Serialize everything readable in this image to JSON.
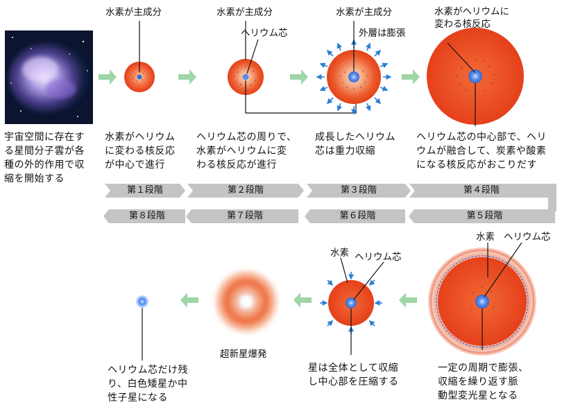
{
  "stages": [
    "第１段階",
    "第２段階",
    "第３段階",
    "第４段階",
    "第５段階",
    "第６段階",
    "第７段階",
    "第８段階"
  ],
  "descriptions": {
    "nebula": "宇宙空間に存在す\nる星間分子雲が各\n種の外的作用で収\n縮を開始する",
    "stage1": "水素がヘリウム\nに変わる核反応\nが中心で進行",
    "stage2": "ヘリウム芯の周りで、\n水素がヘリウムに変\nわる核反応が進行",
    "stage3": "成長したヘリウム\n芯は重力収縮",
    "stage4": "ヘリウム芯の中心部で、ヘリ\nウムが融合して、炭素や酸素\nになる核反応がおこりだす",
    "stage5": "一定の周期で膨張、\n収縮を繰り返す脈\n動型変光星となる",
    "stage6": "星は全体として収縮\nし中心部を圧縮する",
    "stage8": "ヘリウム芯だけ残\nり、白色矮星か中\n性子星になる"
  },
  "labels": {
    "hydrogen_main_1": "水素が主成分",
    "hydrogen_main_2": "水素が主成分",
    "hydrogen_main_3": "水素が主成分",
    "helium_core_2": "ヘリウム芯",
    "outer_expand": "外層は膨張",
    "helium_to_reaction": "水素がヘリウムに\n変わる核反応",
    "hydrogen_5": "水素",
    "helium_core_5": "ヘリウム芯",
    "hydrogen_6": "水素",
    "helium_core_6": "ヘリウム芯",
    "supernova": "超新星爆発"
  },
  "colors": {
    "star_outer": "#e8401c",
    "star_inner": "#f4a27c",
    "core": "#2f6fe0",
    "arrow_green": "#9fd6a6",
    "arrow_blue": "#2a7fd4",
    "stage_bar": "#c8c8c8"
  }
}
